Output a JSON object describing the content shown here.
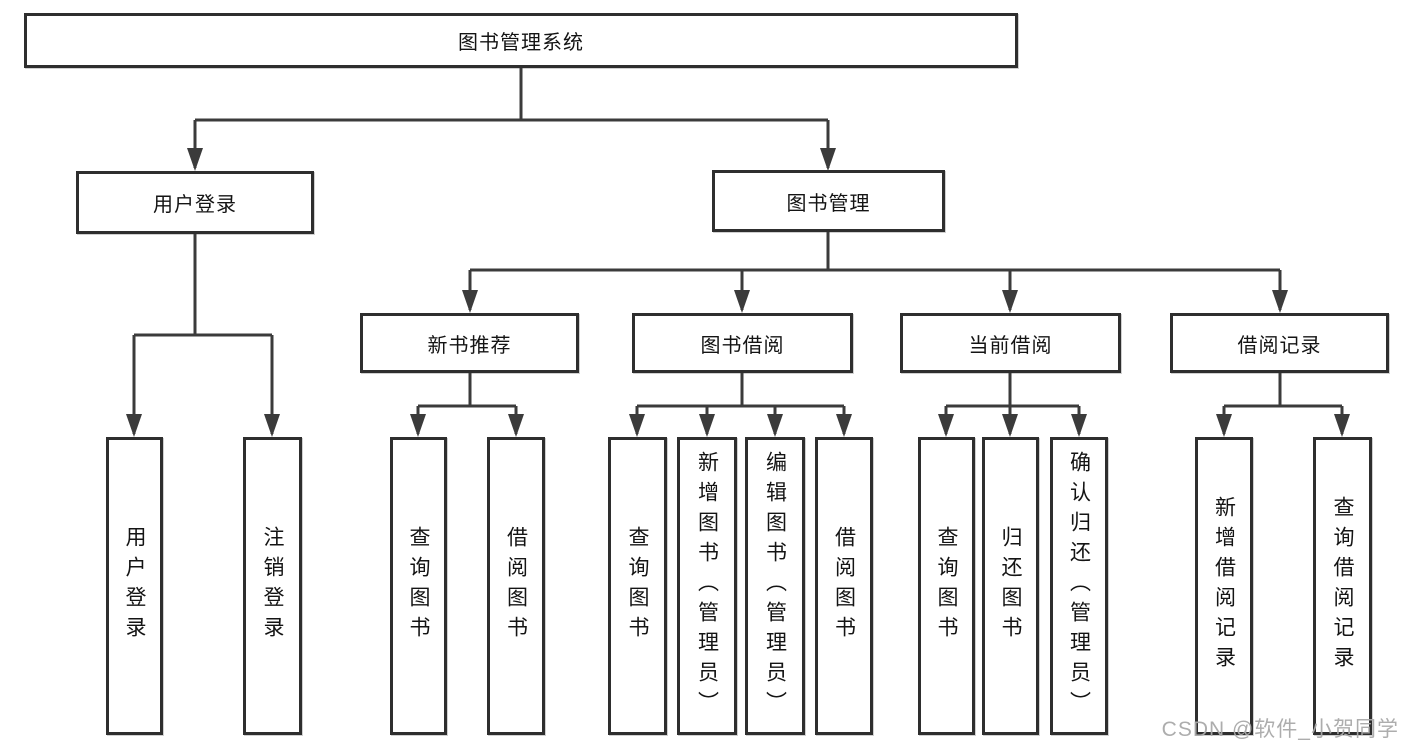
{
  "tree": {
    "root": {
      "label": "图书管理系统",
      "children": [
        {
          "label": "用户登录",
          "children": [
            {
              "label": "用户登录"
            },
            {
              "label": "注销登录"
            }
          ]
        },
        {
          "label": "图书管理",
          "children": [
            {
              "label": "新书推荐",
              "children": [
                {
                  "label": "查询图书"
                },
                {
                  "label": "借阅图书"
                }
              ]
            },
            {
              "label": "图书借阅",
              "children": [
                {
                  "label": "查询图书"
                },
                {
                  "label": "新增图书（管理员）"
                },
                {
                  "label": "编辑图书（管理员）"
                },
                {
                  "label": "借阅图书"
                }
              ]
            },
            {
              "label": "当前借阅",
              "children": [
                {
                  "label": "查询图书"
                },
                {
                  "label": "归还图书"
                },
                {
                  "label": "确认归还（管理员）"
                }
              ]
            },
            {
              "label": "借阅记录",
              "children": [
                {
                  "label": "新增借阅记录"
                },
                {
                  "label": "查询借阅记录"
                }
              ]
            }
          ]
        }
      ]
    }
  },
  "watermark": {
    "text": "CSDN @软件_小贺同学"
  },
  "colors": {
    "line": "#3b3b3b",
    "box_border": "#2e2e2e",
    "text": "#141414",
    "watermark": "#a9a9a9",
    "background": "#ffffff"
  }
}
